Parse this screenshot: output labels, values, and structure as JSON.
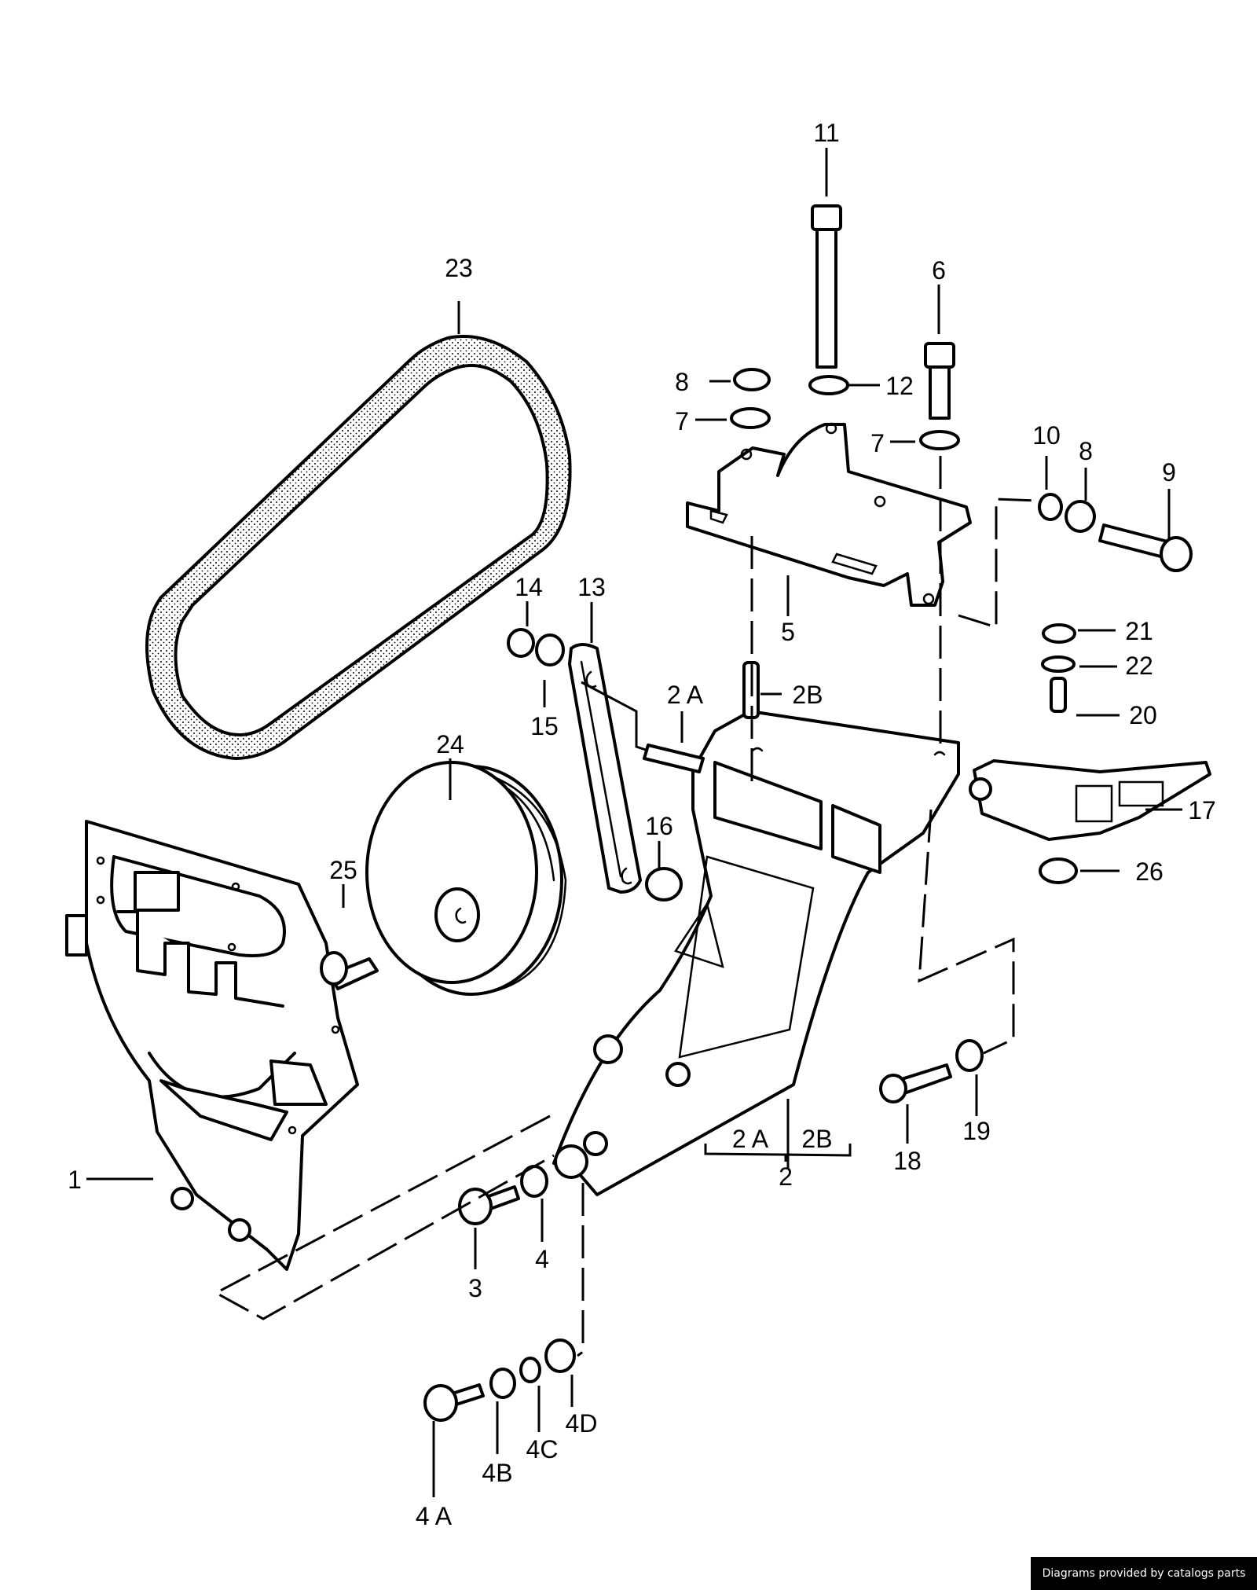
{
  "diagram": {
    "title": "Exploded parts diagram - alternator / pulley bracket assembly",
    "callouts": [
      {
        "id": "c1",
        "label": "1"
      },
      {
        "id": "c2",
        "label": "2"
      },
      {
        "id": "c2a",
        "label": "2 A"
      },
      {
        "id": "c2b",
        "label": "2B"
      },
      {
        "id": "c2a-group",
        "label": "2 A"
      },
      {
        "id": "c2b-group",
        "label": "2B"
      },
      {
        "id": "c3",
        "label": "3"
      },
      {
        "id": "c4",
        "label": "4"
      },
      {
        "id": "c4a",
        "label": "4 A"
      },
      {
        "id": "c4b",
        "label": "4B"
      },
      {
        "id": "c4c",
        "label": "4C"
      },
      {
        "id": "c4d",
        "label": "4D"
      },
      {
        "id": "c5",
        "label": "5"
      },
      {
        "id": "c6",
        "label": "6"
      },
      {
        "id": "c7a",
        "label": "7"
      },
      {
        "id": "c7b",
        "label": "7"
      },
      {
        "id": "c8a",
        "label": "8"
      },
      {
        "id": "c8b",
        "label": "8"
      },
      {
        "id": "c9",
        "label": "9"
      },
      {
        "id": "c10",
        "label": "10"
      },
      {
        "id": "c11",
        "label": "11"
      },
      {
        "id": "c12",
        "label": "12"
      },
      {
        "id": "c13",
        "label": "13"
      },
      {
        "id": "c14",
        "label": "14"
      },
      {
        "id": "c15",
        "label": "15"
      },
      {
        "id": "c16",
        "label": "16"
      },
      {
        "id": "c17",
        "label": "17"
      },
      {
        "id": "c18",
        "label": "18"
      },
      {
        "id": "c19",
        "label": "19"
      },
      {
        "id": "c20",
        "label": "20"
      },
      {
        "id": "c21",
        "label": "21"
      },
      {
        "id": "c22",
        "label": "22"
      },
      {
        "id": "c23",
        "label": "23"
      },
      {
        "id": "c24",
        "label": "24"
      },
      {
        "id": "c25",
        "label": "25"
      },
      {
        "id": "c26",
        "label": "26"
      }
    ],
    "parts": {
      "p1": "belt cover / shield",
      "p2": "mounting bracket",
      "p2a": "stud",
      "p2b": "stud",
      "p3": "hex bolt",
      "p4": "washer",
      "p4a": "hex bolt",
      "p4b": "washer",
      "p4c": "lock washer",
      "p4d": "hex nut",
      "p5": "upper bracket",
      "p6": "hex bolt",
      "p7": "washer",
      "p8": "hex nut",
      "p9": "hex bolt",
      "p10": "washer",
      "p11": "long hex bolt",
      "p12": "washer",
      "p13": "adjusting strap",
      "p14": "self-locking nut",
      "p15": "washer",
      "p16": "self-locking nut",
      "p17": "support bracket",
      "p18": "socket head bolt",
      "p19": "washer",
      "p20": "stud",
      "p21": "hex nut",
      "p22": "washer",
      "p23": "v-belt",
      "p24": "pulley",
      "p25": "hex bolt",
      "p26": "rubber grommet"
    }
  },
  "footer": {
    "credit": "Diagrams provided by catalogs parts"
  }
}
